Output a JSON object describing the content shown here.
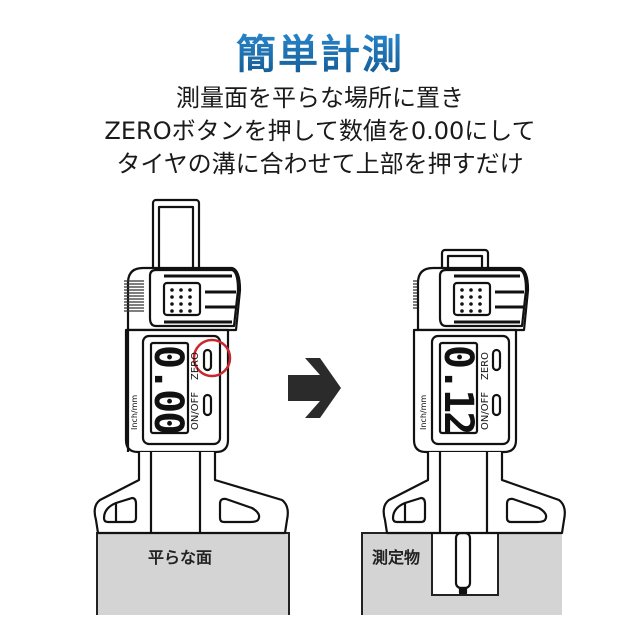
{
  "title": "簡単計測",
  "description": [
    "測量面を平らな場所に置き",
    "ZEROボタンを押して数値を0.00にして",
    "タイヤの溝に合わせて上部を押すだけ"
  ],
  "left_gauge": {
    "display_value": "0.00",
    "zero_button_label": "ZERO",
    "power_button_label": "ON/OFF",
    "unit_button_label": "Inch/mm",
    "surface_label": "平らな面"
  },
  "arrow_icon": "right-arrow",
  "right_gauge": {
    "display_value": "0.12",
    "zero_button_label": "ZERO",
    "power_button_label": "ON/OFF",
    "unit_button_label": "Inch/mm",
    "surface_label": "測定物"
  },
  "colors": {
    "title": "#1d6fb5",
    "highlight_circle": "#c8282e",
    "surface": "#d4d4d4",
    "arrow": "#2b2b2b"
  }
}
